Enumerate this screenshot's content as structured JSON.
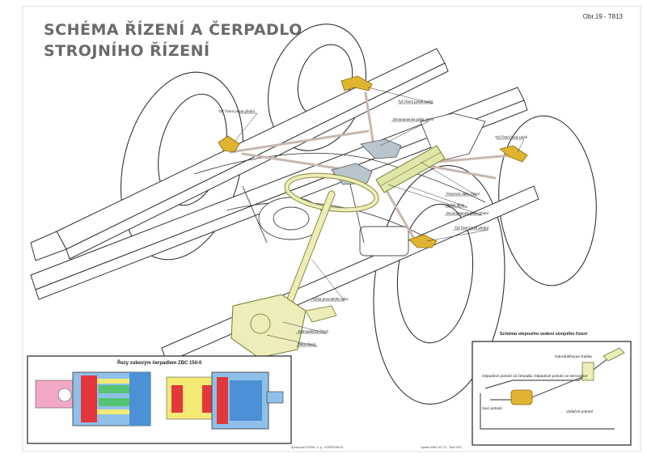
{
  "title": {
    "line1": "SCHÉMA ŘÍZENÍ A ČERPADLO",
    "line2": "STROJNÍHO ŘÍZENÍ"
  },
  "figure_ref": "Obr.19 - T813",
  "labels": {
    "tah_predni_prave": "Tyč řízení pravá přední",
    "tah_prave_zadni": "Tyč řízení pravá zadní",
    "dvouramenna_zadni": "Dvouramenná páka zadní",
    "tah_leve_zadni": "Tyč řízení levá zadní",
    "pracovni_valec": "Pracovní válec řízení",
    "upina_tahla": "Úplné táhlo",
    "dvouramenna_predni": "Dvouramenná páka přední",
    "tah_leve_predni": "Tyč řízení levá přední",
    "tyc_prevodka": "Tyčka prevodního tahu",
    "jednopakovy": "Jednopákový řízení",
    "paka_rizeni": "Páka řízení"
  },
  "pump_panel": {
    "title": "Řezy zubovým čerpadlem ZBC 150-0"
  },
  "oil_panel": {
    "title": "Schéma olejového vedení strojního řízení",
    "labels": {
      "odvzdusnovaci": "Odvzdušňovací trubka",
      "odpadni_cerpadlo": "Odpadové potrubí od čerpadla",
      "odpadni_servo": "Odpadové potrubí od servoválce",
      "sani": "Sací potrubí",
      "vytlacne": "Výtlačné potrubí"
    }
  },
  "footer": {
    "left": "Zpracoval TATRA, n. p., KOPŘIVNICE",
    "right": "Vydalo MNO 40 70 · Tisk VPÚ"
  },
  "colors": {
    "steering": "#ecedb8",
    "steering_stroke": "#8a8a40",
    "accent": "#e0b430",
    "rod": "#c9b7b0",
    "pump_pink": "#f2a9c6",
    "pump_red": "#e2373b",
    "pump_blue": "#4c90d6",
    "pump_green": "#55c474",
    "pump_yellow": "#f5ea75"
  }
}
